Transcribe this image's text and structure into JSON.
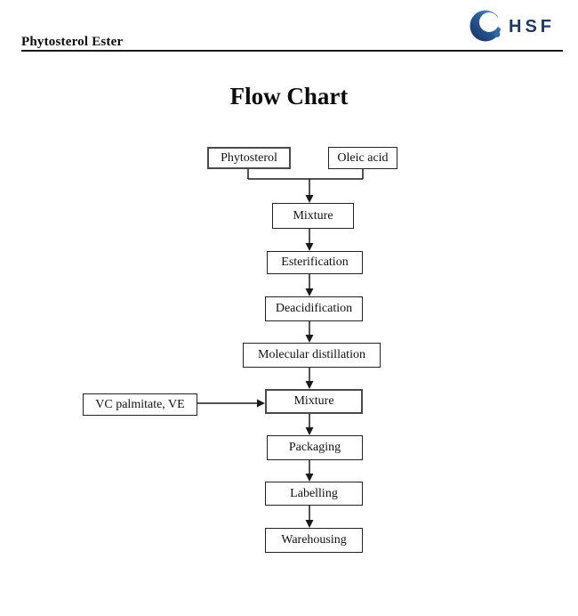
{
  "header": {
    "doc_title": "Phytosterol Ester",
    "logo_text": "HSF"
  },
  "title": "Flow Chart",
  "flowchart": {
    "nodes": {
      "phytosterol": "Phytosterol",
      "oleic_acid": "Oleic acid",
      "mixture1": "Mixture",
      "esterification": "Esterification",
      "deacidification": "Deacidification",
      "molecular_distillation": "Molecular distillation",
      "vc_palmitate": "VC palmitate, VE",
      "mixture2": "Mixture",
      "packaging": "Packaging",
      "labelling": "Labelling",
      "warehousing": "Warehousing"
    },
    "flow_order": [
      "Phytosterol + Oleic acid",
      "Mixture",
      "Esterification",
      "Deacidification",
      "Molecular distillation",
      "Mixture (+ VC palmitate, VE)",
      "Packaging",
      "Labelling",
      "Warehousing"
    ],
    "colors": {
      "line": "#1a1a1a",
      "box_border": "#242424",
      "logo_dark": "#122f5e",
      "logo_mid": "#2a5d9e",
      "logo_light": "#6fa9dd",
      "logo_dot": "#2e6aa5",
      "logo_text_color": "#1c3a6e"
    }
  }
}
